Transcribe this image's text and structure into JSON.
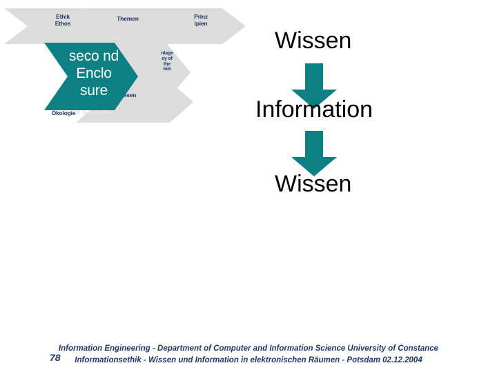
{
  "slide": {
    "number": "78",
    "diagram": {
      "chevrons": [
        {
          "id": "ethik",
          "label": "Ethik\nEthos",
          "color": "#dcdcdc",
          "style": "small"
        },
        {
          "id": "themen",
          "label": "Themen",
          "color": "#dcdcdc",
          "style": "small"
        },
        {
          "id": "prinzipien",
          "label": "Prinz\nipien",
          "color": "#dcdcdc",
          "style": "small"
        },
        {
          "id": "second-enclosure",
          "label": "seco nd Enclo sure",
          "color": "#0d8083",
          "style": "bigwhite"
        },
        {
          "id": "heritage",
          "label": "ntage\ney of\nthe\nmin",
          "color": "#dcdcdc",
          "style": "tiny"
        },
        {
          "id": "thesen",
          "label": "Thesen",
          "color": "#dcdcdc",
          "style": "small"
        },
        {
          "id": "oekologie",
          "label": "Ökologie",
          "color": "#dcdcdc",
          "style": "small"
        },
        {
          "id": "wissen-faded",
          "label": "Wisse",
          "color": "#dcdcdc",
          "style": "faded"
        }
      ]
    },
    "flow": {
      "step_1": "Wissen",
      "step_2": "Information",
      "step_3": "Wissen",
      "arrow_color": "#0d8083"
    },
    "footer": {
      "line1": "Information Engineering - Department of Computer and Information Science University of Constance",
      "line2": "Informationsethik - Wissen und Information in elektronischen Räumen -  Potsdam 02.12.2004"
    }
  },
  "colors": {
    "teal": "#0d8083",
    "gray": "#dcdcdc",
    "navy": "#1f3864"
  }
}
